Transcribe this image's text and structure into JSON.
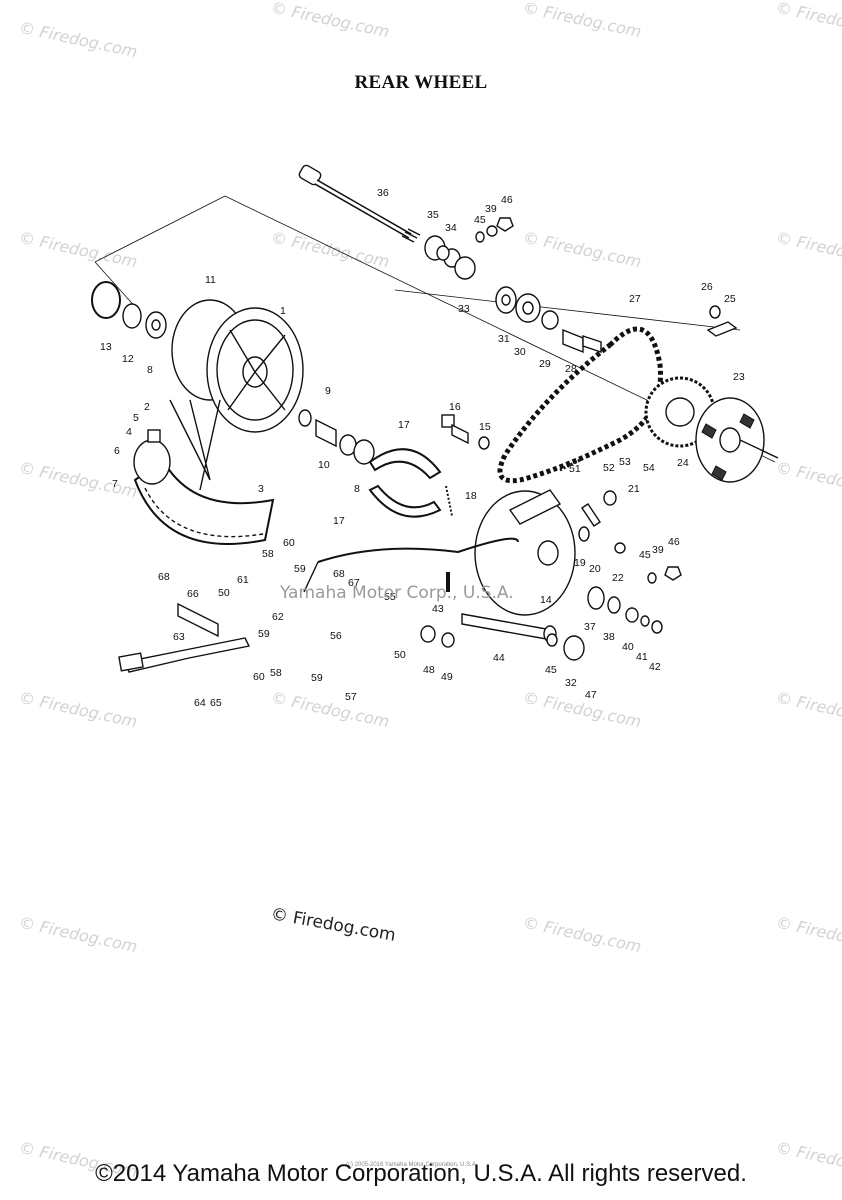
{
  "title": "REAR WHEEL",
  "watermark": {
    "text": "© Firedog.com"
  },
  "center_watermark": "© Firedog.com",
  "middle_watermark": "Yamaha Motor Corp., U.S.A.",
  "small_print": "(c) 2005-2016 Yamaha Motor Corporation, U.S.A.",
  "footer": "©2014 Yamaha Motor Corporation, U.S.A. All rights reserved.",
  "callouts": [
    "1",
    "2",
    "3",
    "4",
    "5",
    "6",
    "7",
    "8",
    "8",
    "9",
    "10",
    "11",
    "12",
    "13",
    "14",
    "15",
    "16",
    "17",
    "17",
    "18",
    "19",
    "20",
    "21",
    "22",
    "23",
    "24",
    "25",
    "26",
    "27",
    "28",
    "29",
    "30",
    "31",
    "32",
    "33",
    "34",
    "35",
    "36",
    "37",
    "38",
    "39",
    "39",
    "40",
    "41",
    "42",
    "43",
    "44",
    "45",
    "45",
    "45",
    "46",
    "46",
    "47",
    "48",
    "49",
    "50",
    "50",
    "51",
    "52",
    "53",
    "54",
    "55",
    "56",
    "57",
    "58",
    "58",
    "59",
    "59",
    "59",
    "60",
    "60",
    "61",
    "62",
    "63",
    "64",
    "65",
    "66",
    "67",
    "68",
    "68"
  ]
}
